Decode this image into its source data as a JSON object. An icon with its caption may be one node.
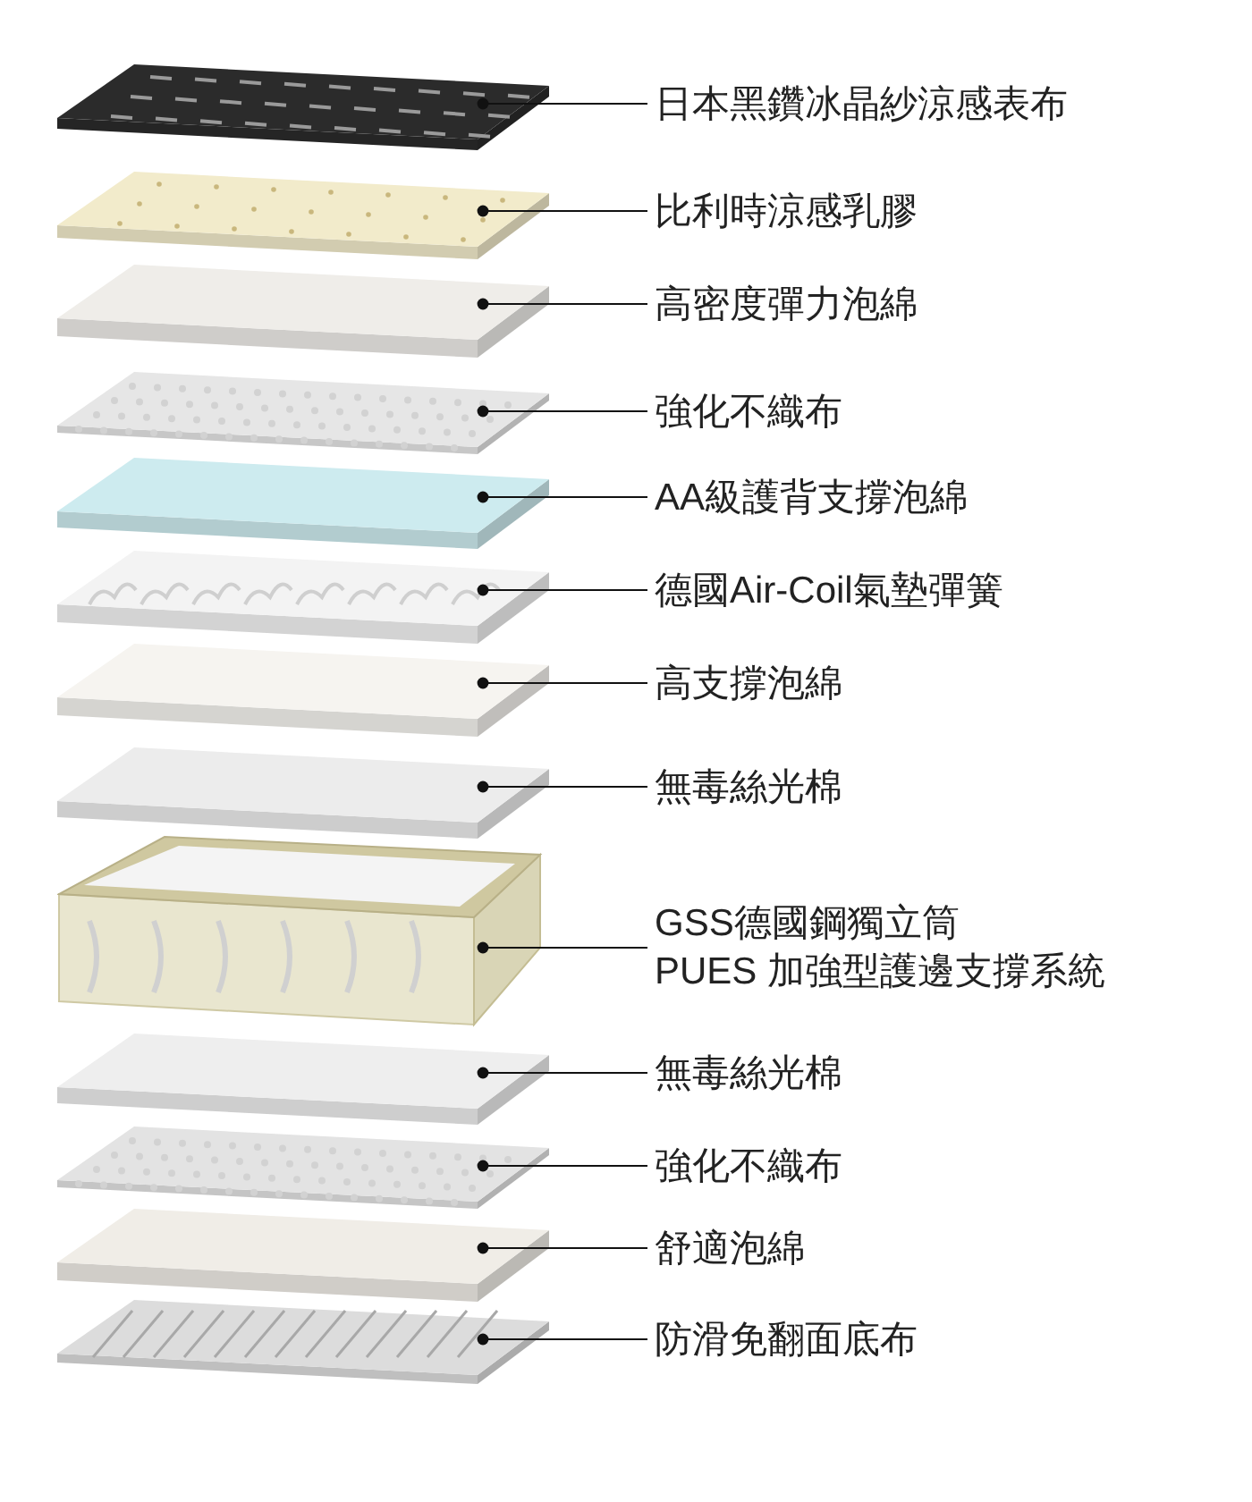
{
  "diagram": {
    "nodes": [
      {
        "text": [],
        "shape": "picture"
      },
      {
        "text": [],
        "shape": "picture"
      },
      {
        "text": [],
        "shape": "picture"
      },
      {
        "text": [],
        "shape": "picture"
      },
      {
        "text": [],
        "shape": "picture"
      },
      {
        "text": [],
        "shape": "picture"
      },
      {
        "text": [],
        "shape": "picture"
      },
      {
        "text": [],
        "shape": "picture"
      },
      {
        "text": [],
        "shape": "picture"
      },
      {
        "text": [],
        "shape": "picture"
      },
      {
        "text": [],
        "shape": "picture"
      },
      {
        "text": [],
        "shape": "picture"
      },
      {
        "text": [],
        "shape": "picture"
      },
      {
        "text": [
          "日本黑鑽冰晶紗涼感表布"
        ]
      },
      {
        "text": [
          "比利時涼感乳膠"
        ]
      },
      {
        "text": [
          "高密度彈力泡綿"
        ]
      },
      {
        "text": [
          "強化不織布"
        ]
      },
      {
        "text": [
          "AA級護背支撐泡綿"
        ]
      },
      {
        "text": [
          "德國Air-Coil氣墊彈簧"
        ]
      },
      {
        "text": [
          "高支撐泡綿"
        ]
      },
      {
        "text": [
          "無毒絲光棉"
        ]
      },
      {
        "text": [
          "GSS德國鋼獨立筒",
          "PUES 加強型護邊支撐系統"
        ]
      },
      {
        "text": [
          "無毒絲光棉"
        ]
      },
      {
        "text": [
          "強化不織布"
        ]
      },
      {
        "text": [
          "舒適泡綿"
        ]
      },
      {
        "text": [
          "防滑免翻面底布"
        ]
      }
    ],
    "edges": [
      {
        "from": 13,
        "to": 0,
        "arrow": "other"
      },
      {
        "from": 14,
        "to": 1,
        "arrow": "other"
      },
      {
        "from": 15,
        "to": 2,
        "arrow": "other"
      },
      {
        "from": 16,
        "to": 3,
        "arrow": "other"
      },
      {
        "from": 17,
        "to": 4,
        "arrow": "other"
      },
      {
        "from": 18,
        "to": 5,
        "arrow": "other"
      },
      {
        "from": 19,
        "to": 6,
        "arrow": "other"
      },
      {
        "from": 20,
        "to": 7,
        "arrow": "other"
      },
      {
        "from": 21,
        "to": 8,
        "arrow": "other"
      },
      {
        "from": 22,
        "to": 9,
        "arrow": "other"
      },
      {
        "from": 23,
        "to": 10,
        "arrow": "other"
      },
      {
        "from": 24,
        "to": 11,
        "arrow": "other"
      },
      {
        "from": 25,
        "to": 12,
        "arrow": "other"
      }
    ]
  }
}
